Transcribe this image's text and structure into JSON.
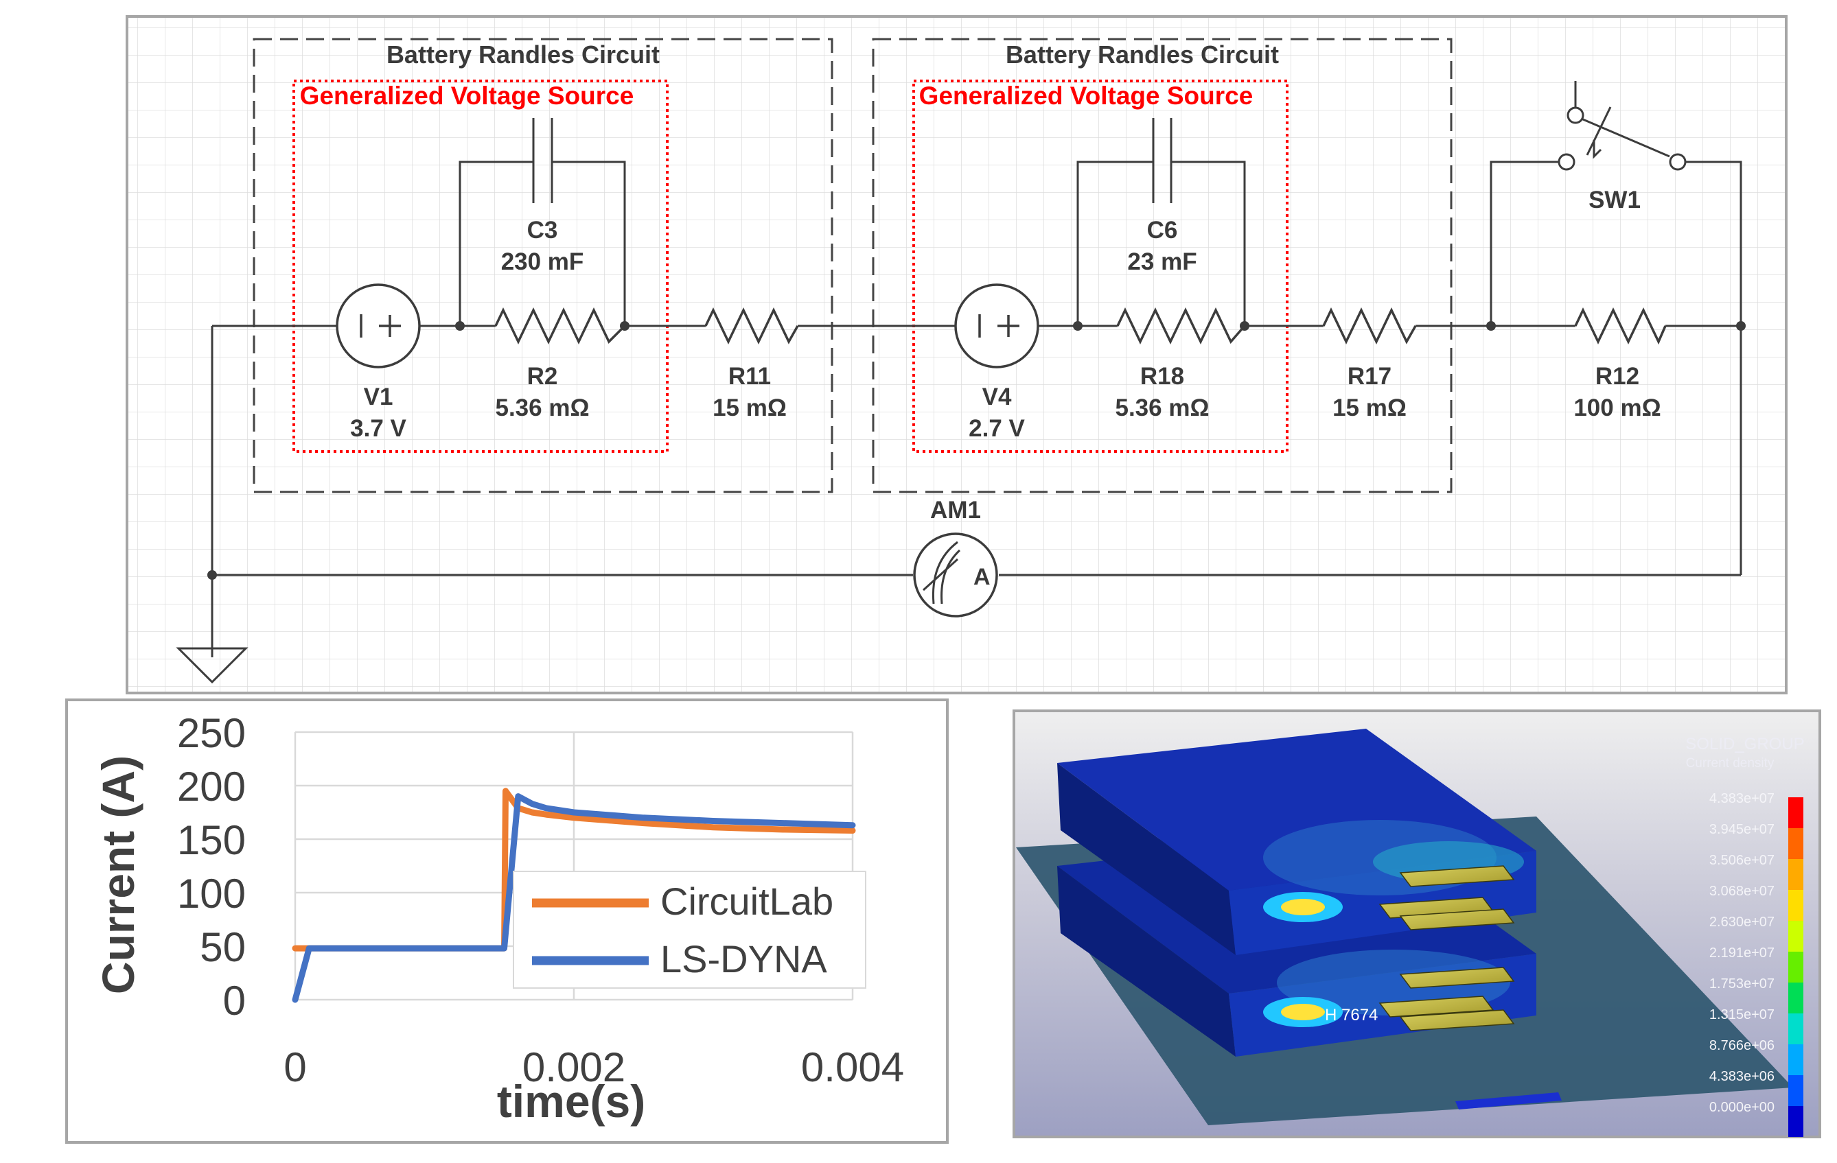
{
  "schematic": {
    "blocks": [
      {
        "title": "Battery Randles Circuit",
        "source_label": "Generalized Voltage Source"
      },
      {
        "title": "Battery Randles Circuit",
        "source_label": "Generalized Voltage Source"
      }
    ],
    "components": {
      "V1": {
        "name": "V1",
        "value": "3.7 V"
      },
      "C3": {
        "name": "C3",
        "value": "230 mF"
      },
      "R2": {
        "name": "R2",
        "value": "5.36 mΩ"
      },
      "R11": {
        "name": "R11",
        "value": "15 mΩ"
      },
      "V4": {
        "name": "V4",
        "value": "2.7 V"
      },
      "C6": {
        "name": "C6",
        "value": "23 mF"
      },
      "R18": {
        "name": "R18",
        "value": "5.36 mΩ"
      },
      "R17": {
        "name": "R17",
        "value": "15 mΩ"
      },
      "R12": {
        "name": "R12",
        "value": "100 mΩ"
      },
      "SW1": {
        "name": "SW1"
      },
      "AM1": {
        "name": "AM1",
        "symbol": "A"
      }
    },
    "colors": {
      "wire": "#3c3c3c",
      "grid": "#dcdcdc",
      "highlight": "#ff0000"
    }
  },
  "chart_data": {
    "type": "line",
    "xlabel": "time(s)",
    "ylabel": "Current (A)",
    "xlim": [
      0,
      0.004
    ],
    "ylim": [
      0,
      250
    ],
    "xticks": [
      "0",
      "0.002",
      "0.004"
    ],
    "yticks": [
      "0",
      "50",
      "100",
      "150",
      "200",
      "250"
    ],
    "grid": true,
    "legend_position": "center-right",
    "series": [
      {
        "name": "CircuitLab",
        "color": "#ed7d31",
        "x": [
          0,
          1e-05,
          0.0015,
          0.00151,
          0.0016,
          0.0017,
          0.0018,
          0.002,
          0.0025,
          0.003,
          0.0035,
          0.004
        ],
        "y": [
          48,
          48,
          48,
          195,
          179,
          175,
          173,
          170,
          165,
          161,
          159,
          158
        ]
      },
      {
        "name": "LS-DYNA",
        "color": "#4472c4",
        "x": [
          0,
          0.0001,
          0.0015,
          0.0016,
          0.0017,
          0.0018,
          0.002,
          0.0025,
          0.003,
          0.0035,
          0.004
        ],
        "y": [
          0,
          48,
          48,
          190,
          183,
          179,
          175,
          170,
          167,
          165,
          163
        ]
      }
    ]
  },
  "fea": {
    "legend_title": "SOLID_GROUP",
    "legend_subtitle": "Current density",
    "legend_values": [
      "4.383e+07",
      "3.945e+07",
      "3.506e+07",
      "3.068e+07",
      "2.630e+07",
      "2.191e+07",
      "1.753e+07",
      "1.315e+07",
      "8.766e+06",
      "4.383e+06",
      "0.000e+00"
    ],
    "colorbar_colors": [
      "#ff0000",
      "#ff6600",
      "#ffaa00",
      "#ffdd00",
      "#ccff00",
      "#66ee00",
      "#00dd55",
      "#00ddcc",
      "#00aaff",
      "#0055ff",
      "#0000cc"
    ],
    "node_label": "H 7674"
  }
}
